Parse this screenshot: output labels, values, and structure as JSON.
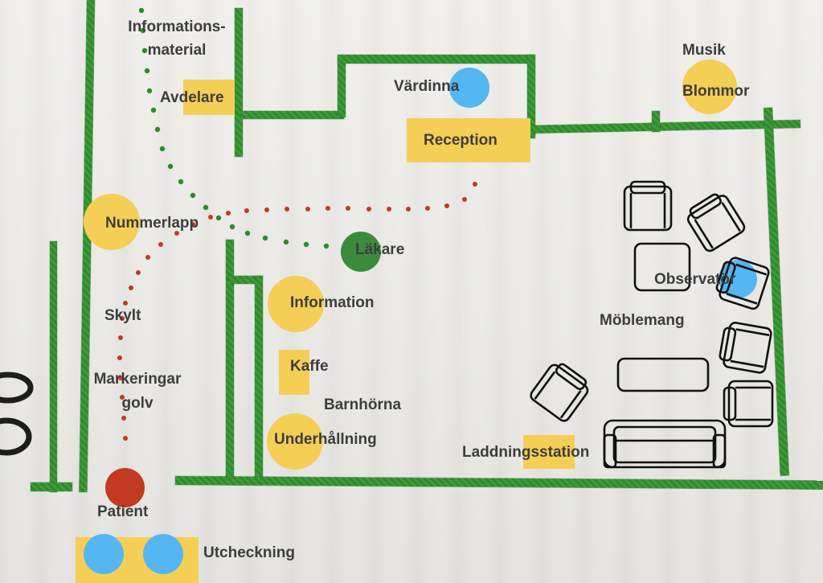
{
  "labels": {
    "informationsmaterial_1": "Informations-",
    "informationsmaterial_2": "material",
    "avdelare": "Avdelare",
    "vardinna": "Värdinna",
    "reception": "Reception",
    "musik": "Musik",
    "blommor": "Blommor",
    "nummerlapp": "Nummerlapp",
    "lakare": "Läkare",
    "observator": "Observatör",
    "information": "Information",
    "moblemang": "Möblemang",
    "skylt": "Skylt",
    "kaffe": "Kaffe",
    "markeringar_1": "Markeringar",
    "markeringar_2": "golv",
    "barnhorna": "Barnhörna",
    "underhallning": "Underhållning",
    "laddningsstation": "Laddningsstation",
    "patient": "Patient",
    "utcheckning": "Utcheckning"
  },
  "colors": {
    "wall_tape": "#3f9b3a",
    "sticky_yellow": "#f5cf55",
    "marker_blue": "#55b7f1",
    "marker_green": "#3b8c3a",
    "marker_red": "#c23a22",
    "path_green_dots": "#2f8a2c",
    "path_red_dots": "#c23a22",
    "furniture_outline": "#111111"
  },
  "icons": [
    "armchair-icon",
    "sofa-icon",
    "table-icon",
    "scissors-icon",
    "dotted-path"
  ]
}
